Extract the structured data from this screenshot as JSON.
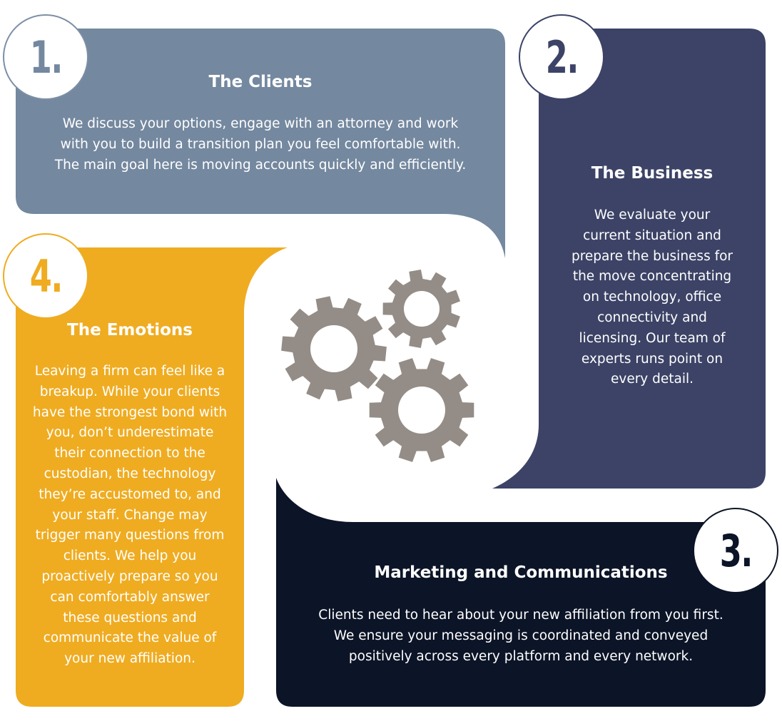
{
  "colors": {
    "clients": "#74889f",
    "business": "#3c4366",
    "marketing": "#0c1427",
    "emotions": "#efac21",
    "gear": "#948c86",
    "background": "#ffffff"
  },
  "icons": {
    "center": "gears-icon"
  },
  "panels": {
    "clients": {
      "number": "1.",
      "title": "The Clients",
      "body": "We discuss your options, engage with an attorney and work\nwith you to build a transition plan you feel comfortable with.\nThe main goal here is moving accounts quickly and efficiently."
    },
    "business": {
      "number": "2.",
      "title": "The Business",
      "body": "We evaluate your\ncurrent situation and\nprepare the business for\nthe move concentrating\non technology, office\nconnectivity and\nlicensing. Our team of\nexperts runs point on\nevery detail."
    },
    "marketing": {
      "number": "3.",
      "title": "Marketing and Communications",
      "body": "Clients need to hear about your new affiliation from you first.\nWe ensure your messaging is coordinated and conveyed\npositively across every platform and every network."
    },
    "emotions": {
      "number": "4.",
      "title": "The Emotions",
      "body": "Leaving a firm can feel like a\nbreakup. While your clients\nhave the strongest bond with\nyou, don’t underestimate\ntheir connection to the\ncustodian, the technology\nthey’re accustomed to, and\nyour staff. Change may\ntrigger many questions from\nclients. We help you\nproactively prepare so you\ncan comfortably answer\nthese questions and\ncommunicate the value of\nyour new affiliation."
    }
  }
}
